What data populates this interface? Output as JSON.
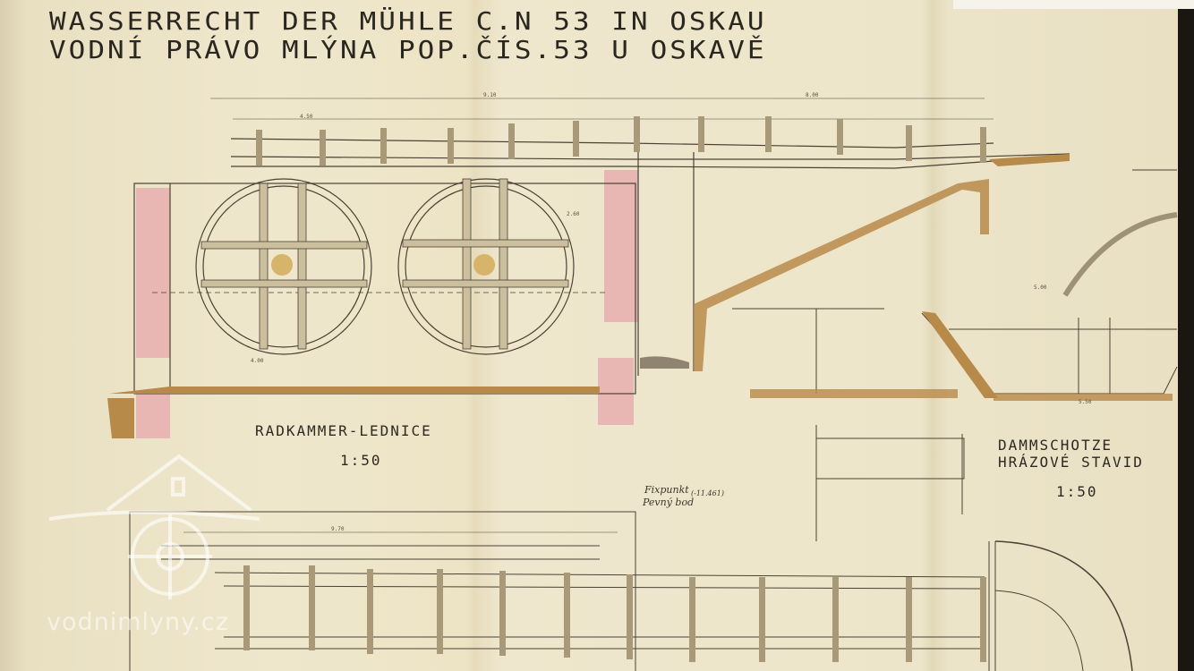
{
  "title": {
    "line1": "WASSERRECHT DER MÜHLE C.N 53 IN OSKAU",
    "line2": "VODNÍ PRÁVO MLÝNA POP.ČÍS.53 U OSKAVĚ"
  },
  "sections": {
    "wheel_chamber": {
      "label": "RADKAMMER-LEDNICE",
      "scale": "1:50"
    },
    "dam_gate": {
      "label_de": "DAMMSCHOTZE",
      "label_cz": "HRÁZOVÉ STAVID",
      "scale": "1:50"
    }
  },
  "fixpoint": {
    "label_de": "Fixpunkt",
    "label_cz": "Pevný bod",
    "value": "(-11.461)"
  },
  "dimensions": {
    "top_span": "9.10",
    "top_right": "8.00",
    "top_left": "4.50",
    "height": "2.60",
    "bottom_span": "9.70",
    "dam_width": "5.00",
    "dam_base": "5.50",
    "wheel_left": "4.00"
  },
  "watermark": "vodnimlyny.cz",
  "colors": {
    "paper": "#ede5c9",
    "ink": "#2a2620",
    "pink_wash": "#e9b9b6",
    "ochre": "#b88a4a"
  }
}
